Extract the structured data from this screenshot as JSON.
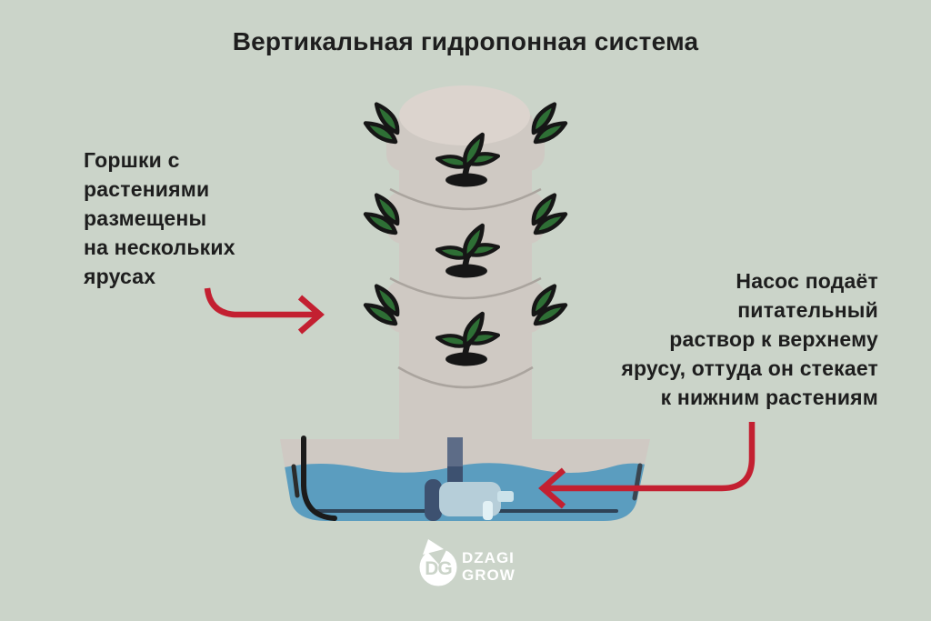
{
  "title": "Вертикальная гидропонная система",
  "annotations": {
    "left": {
      "lines": [
        "Горшки с",
        "растениями",
        "размещены",
        "на нескольких",
        "ярусах"
      ]
    },
    "right": {
      "lines": [
        "Насос подаёт",
        "питательный",
        "раствор к верхнему",
        "ярусу, оттуда он стекает",
        "к нижним растениям"
      ]
    }
  },
  "tower": {
    "tier_count": 3,
    "front_plants": 3,
    "side_leaf_pairs": 6
  },
  "logo": {
    "monogram": "DG",
    "brand_line1": "DZAGI",
    "brand_line2": "GROW"
  },
  "colors": {
    "background": "#cbd4c9",
    "text": "#1e1e1e",
    "arrow": "#c32031",
    "leaf": "#2e6f35",
    "leaf_outline": "#161616",
    "tower": "#cfc9c3",
    "tower_top": "#dcd4ce",
    "seam": "#aaa49e",
    "water": "#5b9dbf",
    "reservoir_line": "#2e4357",
    "pipe_dark": "#3d5170",
    "pipe_light": "#5d6c87",
    "pump_body": "#b6ced9",
    "pump_outlet": "#cbe2ea",
    "pump_detail": "#e2f1f5",
    "hose": "#1b1b1b",
    "logo_white": "#ffffff"
  }
}
